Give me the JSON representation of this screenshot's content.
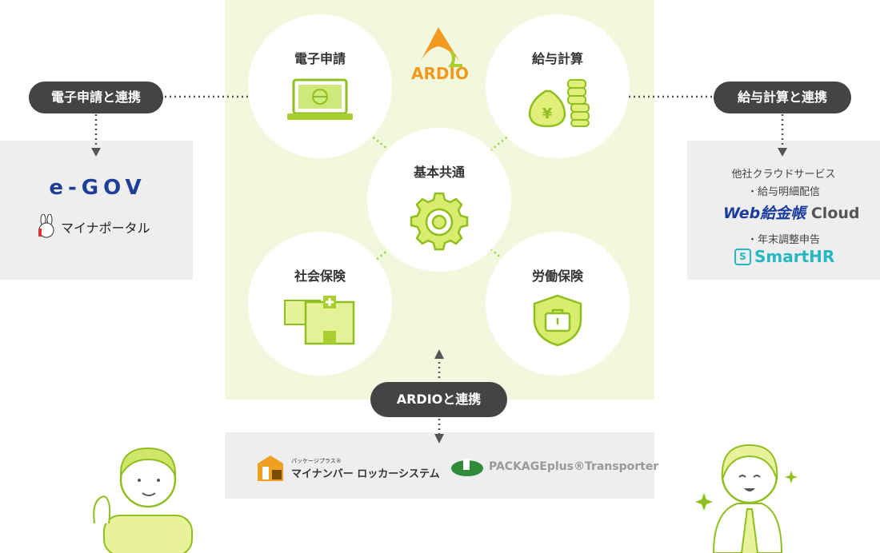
{
  "center": {
    "logo": "ARDIO",
    "nodes": {
      "e_application": "電子申請",
      "payroll": "給与計算",
      "common": "基本共通",
      "social_insurance": "社会保険",
      "labor_insurance": "労働保険"
    }
  },
  "left": {
    "pill": "電子申請と連携",
    "logos": [
      "e-GOV",
      "マイナポータル"
    ]
  },
  "right": {
    "pill": "給与計算と連携",
    "heading": "他社クラウドサービス",
    "item1": "・給与明細配信",
    "logo1_web": "Web給金帳",
    "logo1_cloud": "Cloud",
    "item2": "・年末調整申告",
    "logo2": "SmartHR"
  },
  "bottom": {
    "pill": "ARDIOと連携",
    "product1_small": "パッケージプラス®",
    "product1": "マイナンバー ロッカーシステム",
    "product2": "PACKAGEplus®Transporter"
  },
  "colors": {
    "accent": "#a8cf2d",
    "panel": "#f2f8dd",
    "pill": "#444444"
  }
}
